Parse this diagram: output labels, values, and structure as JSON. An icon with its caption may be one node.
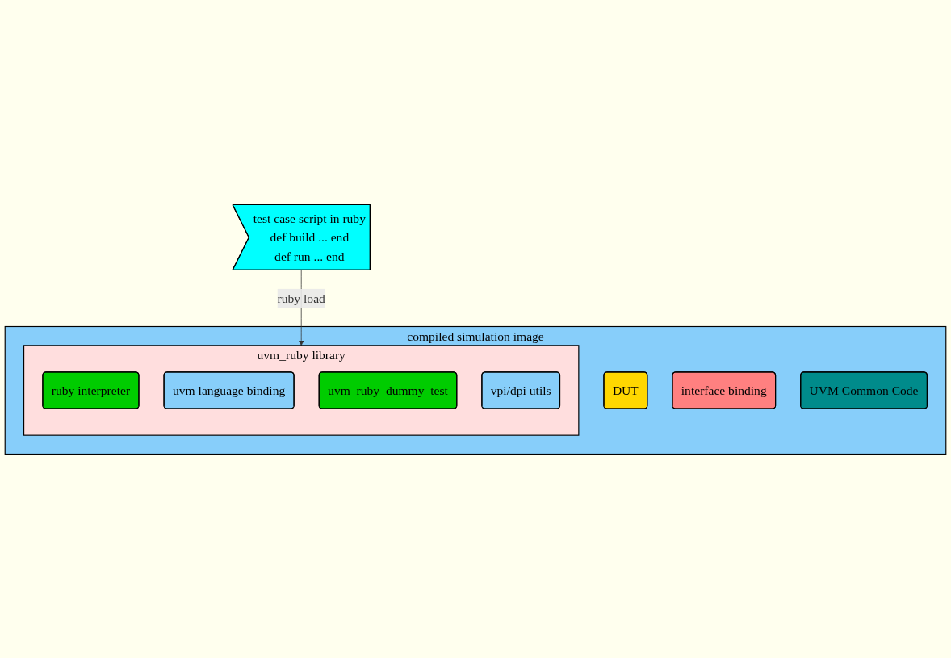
{
  "diagram": {
    "nodes": [
      {
        "text": [
          "compiled simulation image"
        ]
      },
      {
        "text": [
          "uvm_ruby library"
        ],
        "in": 0
      },
      {
        "text": [
          "ruby interpreter"
        ],
        "in": 1
      },
      {
        "text": [
          "uvm language binding"
        ],
        "in": 1
      },
      {
        "text": [
          "uvm_ruby_dummy_test"
        ],
        "in": 1
      },
      {
        "text": [
          "vpi/dpi utils"
        ],
        "in": 1
      },
      {
        "text": [
          "DUT"
        ],
        "in": 0
      },
      {
        "text": [
          "interface binding"
        ],
        "in": 0
      },
      {
        "text": [
          "UVM Common Code"
        ],
        "in": 0
      },
      {
        "text": [
          "test case script in ruby",
          "def build ... end",
          "def run ... end"
        ]
      }
    ],
    "edges": [
      {
        "from": 9,
        "to": 1,
        "arrow": "to",
        "label": "ruby load"
      }
    ]
  }
}
